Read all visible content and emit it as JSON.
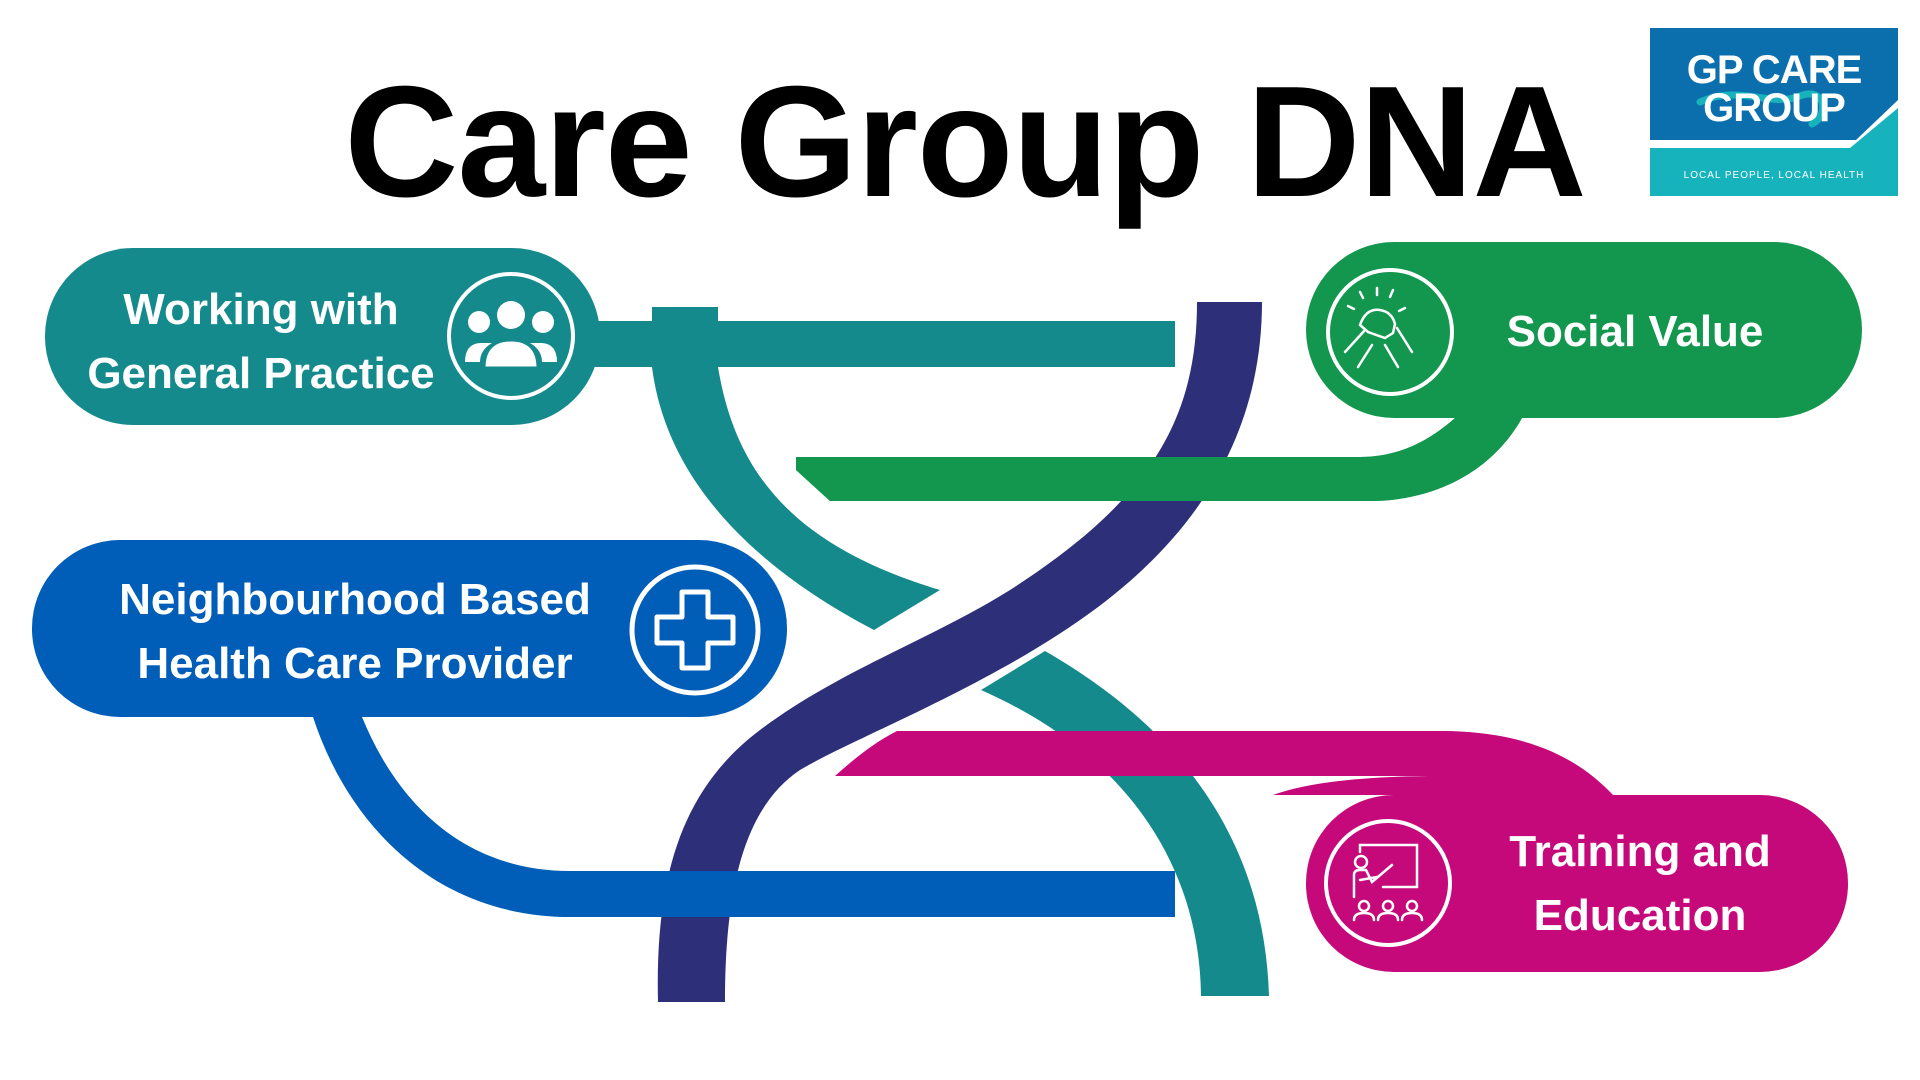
{
  "title": "Care Group DNA",
  "logo": {
    "line1": "GP CARE",
    "line2": "GROUP",
    "tagline": "LOCAL PEOPLE, LOCAL HEALTH",
    "primary_color": "#0B6FAE",
    "accent_color": "#16B3BD"
  },
  "pillars": {
    "working_with_gp": {
      "line1": "Working with",
      "line2": "General Practice",
      "icon": "group-people-icon",
      "color": "#148A8C"
    },
    "social_value": {
      "line1": "Social Value",
      "icon": "clasped-hands-icon",
      "color": "#13964E"
    },
    "neighbourhood": {
      "line1": "Neighbourhood Based",
      "line2": "Health Care Provider",
      "icon": "medical-cross-icon",
      "color": "#005EB8"
    },
    "training": {
      "line1": "Training and",
      "line2": "Education",
      "icon": "teacher-classroom-icon",
      "color": "#C5097A"
    }
  },
  "strand_colors": {
    "navy": "#2D3079",
    "teal": "#148A8C"
  }
}
